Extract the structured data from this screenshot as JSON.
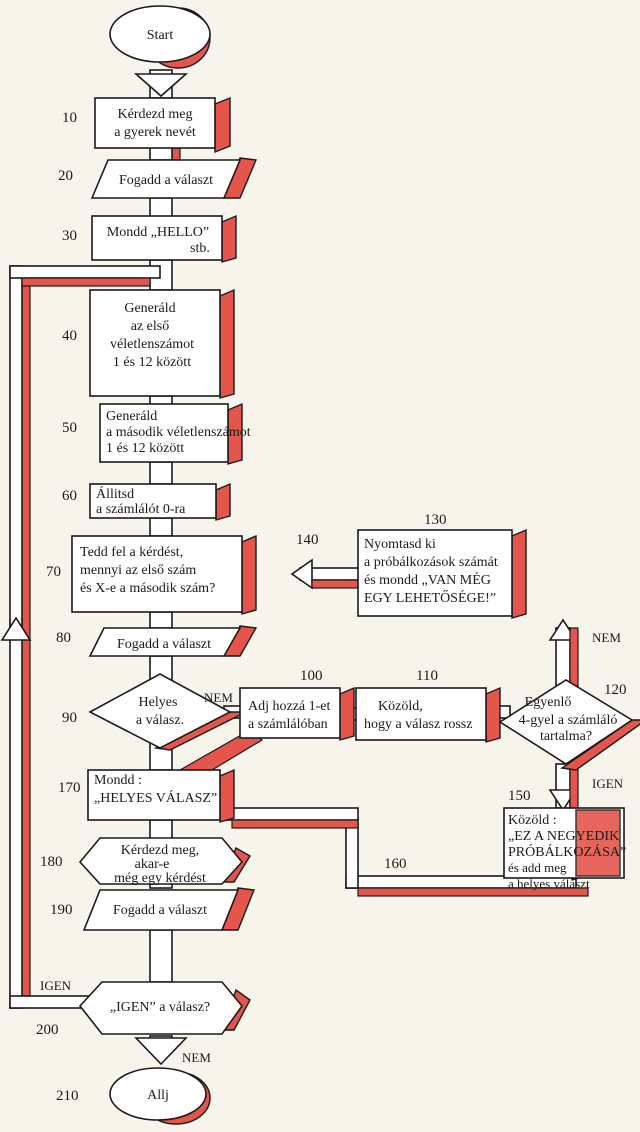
{
  "nodes": {
    "start": {
      "lines": [
        "Start"
      ]
    },
    "n10": {
      "num": "10",
      "lines": [
        "Kérdezd meg",
        "a gyerek nevét"
      ]
    },
    "n20": {
      "num": "20",
      "lines": [
        "Fogadd a választ"
      ]
    },
    "n30": {
      "num": "30",
      "lines": [
        "Mondd „HELLO”",
        "stb."
      ]
    },
    "n40": {
      "num": "40",
      "lines": [
        "Generáld",
        "az első",
        "véletlenszámot",
        "1 és 12 között"
      ]
    },
    "n50": {
      "num": "50",
      "lines": [
        "Generáld",
        "a második véletlenszámot",
        "1 és 12 között"
      ]
    },
    "n60": {
      "num": "60",
      "lines": [
        "Állitsd",
        "a számlálót 0-ra"
      ]
    },
    "n70": {
      "num": "70",
      "lines": [
        "Tedd fel a kérdést,",
        "mennyi  az első szám",
        "és X-e a  második szám?"
      ]
    },
    "n80": {
      "num": "80",
      "lines": [
        "Fogadd a választ"
      ]
    },
    "n90": {
      "num": "90",
      "lines": [
        "Helyes",
        "a válasz."
      ]
    },
    "n100": {
      "num": "100",
      "lines": [
        "Adj hozzá 1-et",
        "a számlálóban"
      ]
    },
    "n110": {
      "num": "110",
      "lines": [
        "Közöld,",
        "hogy a válasz rossz"
      ]
    },
    "n120": {
      "num": "120",
      "lines": [
        "Egyenlő",
        "4-gyel a számláló",
        "tartalma?"
      ]
    },
    "n130": {
      "num": "130",
      "lines": [
        "Nyomtasd ki",
        "a próbálkozások számát",
        "és mondd „VAN MÉG",
        "EGY LEHETŐSÉGE!”"
      ]
    },
    "n140": {
      "num": "140"
    },
    "n150": {
      "num": "150",
      "lines": [
        "Közöld :",
        "„EZ A NEGYEDIK",
        "PRÓBÁLKOZÁSA”",
        "és add meg",
        "a helyes választ"
      ]
    },
    "n160": {
      "num": "160"
    },
    "n170": {
      "num": "170",
      "lines": [
        "Mondd :",
        "„HELYES VÁLASZ”"
      ]
    },
    "n180": {
      "num": "180",
      "lines": [
        "Kérdezd meg,",
        "akar-e",
        "még egy kérdést"
      ]
    },
    "n190": {
      "num": "190",
      "lines": [
        "Fogadd a választ"
      ]
    },
    "n200": {
      "num": "200",
      "lines": [
        "„IGEN” a válasz?"
      ]
    },
    "n210": {
      "num": "210",
      "lines": [
        "Allj"
      ]
    }
  },
  "branch_labels": {
    "nem_90": "NEM",
    "nem_120": "NEM",
    "igen_120": "IGEN",
    "igen_200": "IGEN",
    "nem_200": "NEM"
  },
  "colors": {
    "shadow": "#e4554c",
    "paper": "#f7f4ec",
    "ink": "#1b1b1b"
  }
}
